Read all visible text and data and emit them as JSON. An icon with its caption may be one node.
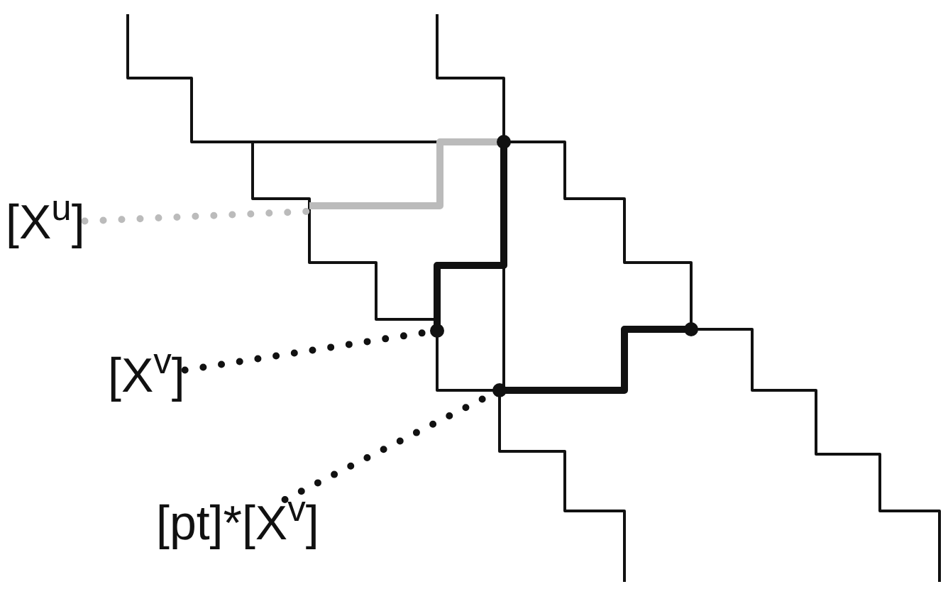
{
  "diagram": {
    "nodes": [
      {
        "text": [
          "[X$^{u}$]"
        ]
      },
      {
        "text": [
          "[X$^{v}$]"
        ]
      },
      {
        "text": [
          "[pt]*[X$^{v}$]"
        ]
      },
      {
        "text": [],
        "shape": "circle"
      },
      {
        "text": [],
        "shape": "circle"
      }
    ],
    "edges": [
      {
        "from": 0,
        "to": null,
        "arrow": "none",
        "style": "dashed",
        "color": "#bbbbbb"
      },
      {
        "from": 1,
        "to": 3,
        "arrow": "none",
        "style": "dashed"
      },
      {
        "from": 2,
        "to": 4,
        "arrow": "none",
        "style": "dashed"
      }
    ]
  }
}
